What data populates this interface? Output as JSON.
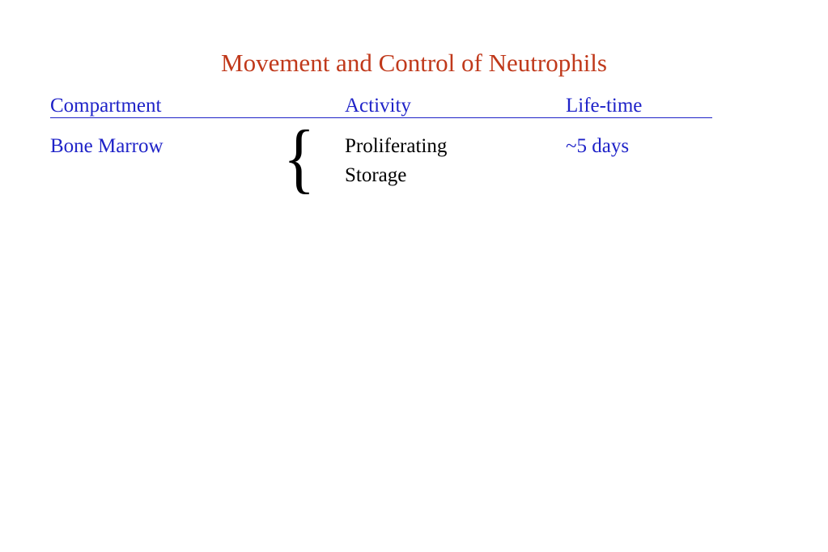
{
  "slide": {
    "title": "Movement and Control of Neutrophils",
    "colors": {
      "title": "#c0391b",
      "header": "#1f23c8",
      "compartment": "#1f23c8",
      "body": "#000000",
      "background": "#ffffff"
    },
    "table": {
      "headers": {
        "compartment": "Compartment",
        "activity": "Activity",
        "lifetime": "Life-time"
      },
      "rows": [
        {
          "compartment": "Bone Marrow",
          "brace": "{",
          "activities": [
            "Proliferating",
            "Storage"
          ],
          "lifetime": "~5 days"
        }
      ]
    }
  }
}
